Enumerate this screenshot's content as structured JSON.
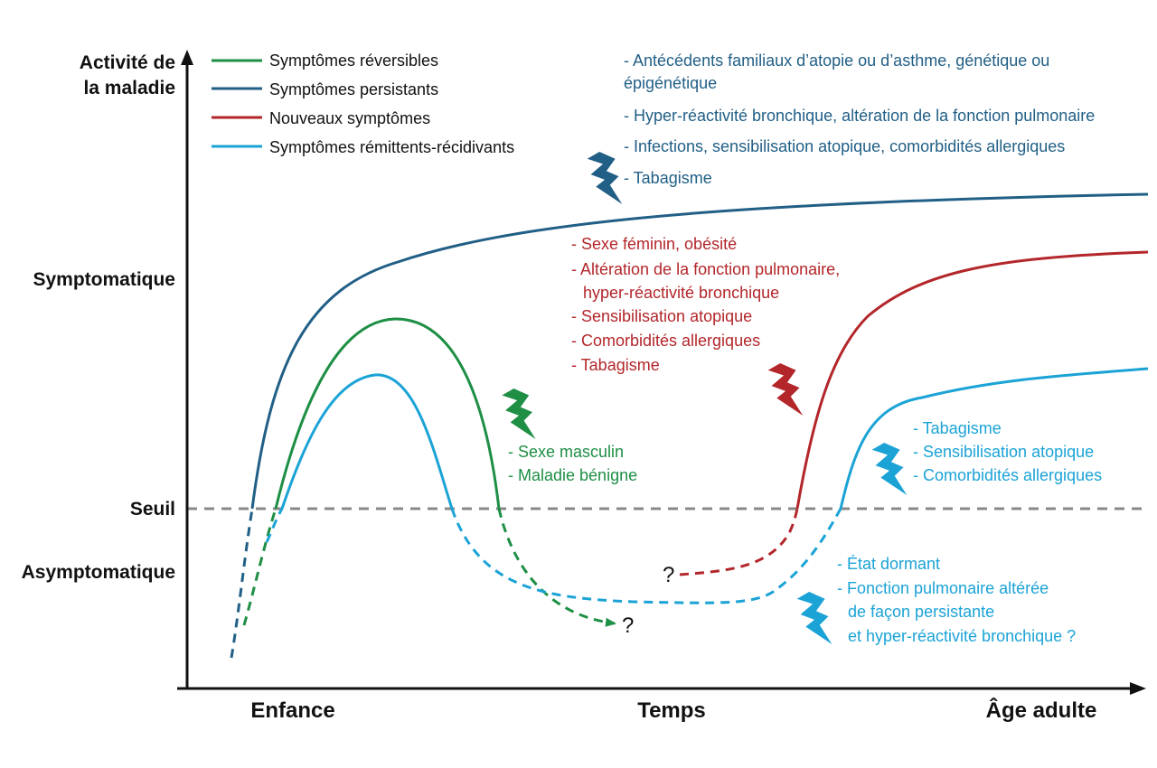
{
  "axes": {
    "y_title_line1": "Activité de",
    "y_title_line2": "la maladie",
    "x_title": "Temps",
    "y_levels": {
      "symptomatic": "Symptomatique",
      "threshold": "Seuil",
      "asymptomatic": "Asymptomatique"
    },
    "x_levels": {
      "start": "Enfance",
      "end": "Âge adulte"
    }
  },
  "colors": {
    "reversible": "#1e8f45",
    "persistent": "#215f86",
    "new": "#b3262a",
    "remitting": "#1ba3d6",
    "threshold": "#888888",
    "axis": "#111111"
  },
  "legend": [
    {
      "key": "reversible",
      "label": "Symptômes réversibles"
    },
    {
      "key": "persistent",
      "label": "Symptômes persistants"
    },
    {
      "key": "new",
      "label": "Nouveaux symptômes"
    },
    {
      "key": "remitting",
      "label": "Symptômes rémittents-récidivants"
    }
  ],
  "factors": {
    "persistent": [
      "- Antécédents familiaux d’atopie ou d’asthme, génétique ou",
      "épigénétique",
      "- Hyper-réactivité bronchique, altération de la fonction pulmonaire",
      "- Infections, sensibilisation atopique, comorbidités allergiques",
      "- Tabagisme"
    ],
    "new": [
      "- Sexe féminin, obésité",
      "- Altération de la fonction pulmonaire,",
      "hyper-réactivité bronchique",
      "- Sensibilisation atopique",
      "- Comorbidités allergiques",
      "- Tabagisme"
    ],
    "reversible": [
      "- Sexe masculin",
      "- Maladie bénigne"
    ],
    "remitting_adult": [
      "- Tabagisme",
      "- Sensibilisation atopique",
      "- Comorbidités allergiques"
    ],
    "remitting_dormant": [
      "- État dormant",
      "- Fonction pulmonaire altérée",
      "de façon persistante",
      "et hyper-réactivité bronchique ?"
    ]
  },
  "question_marks": {
    "reversible_end": "?",
    "new_start": "?"
  },
  "icons": [
    "lightning-bolt-icon"
  ]
}
